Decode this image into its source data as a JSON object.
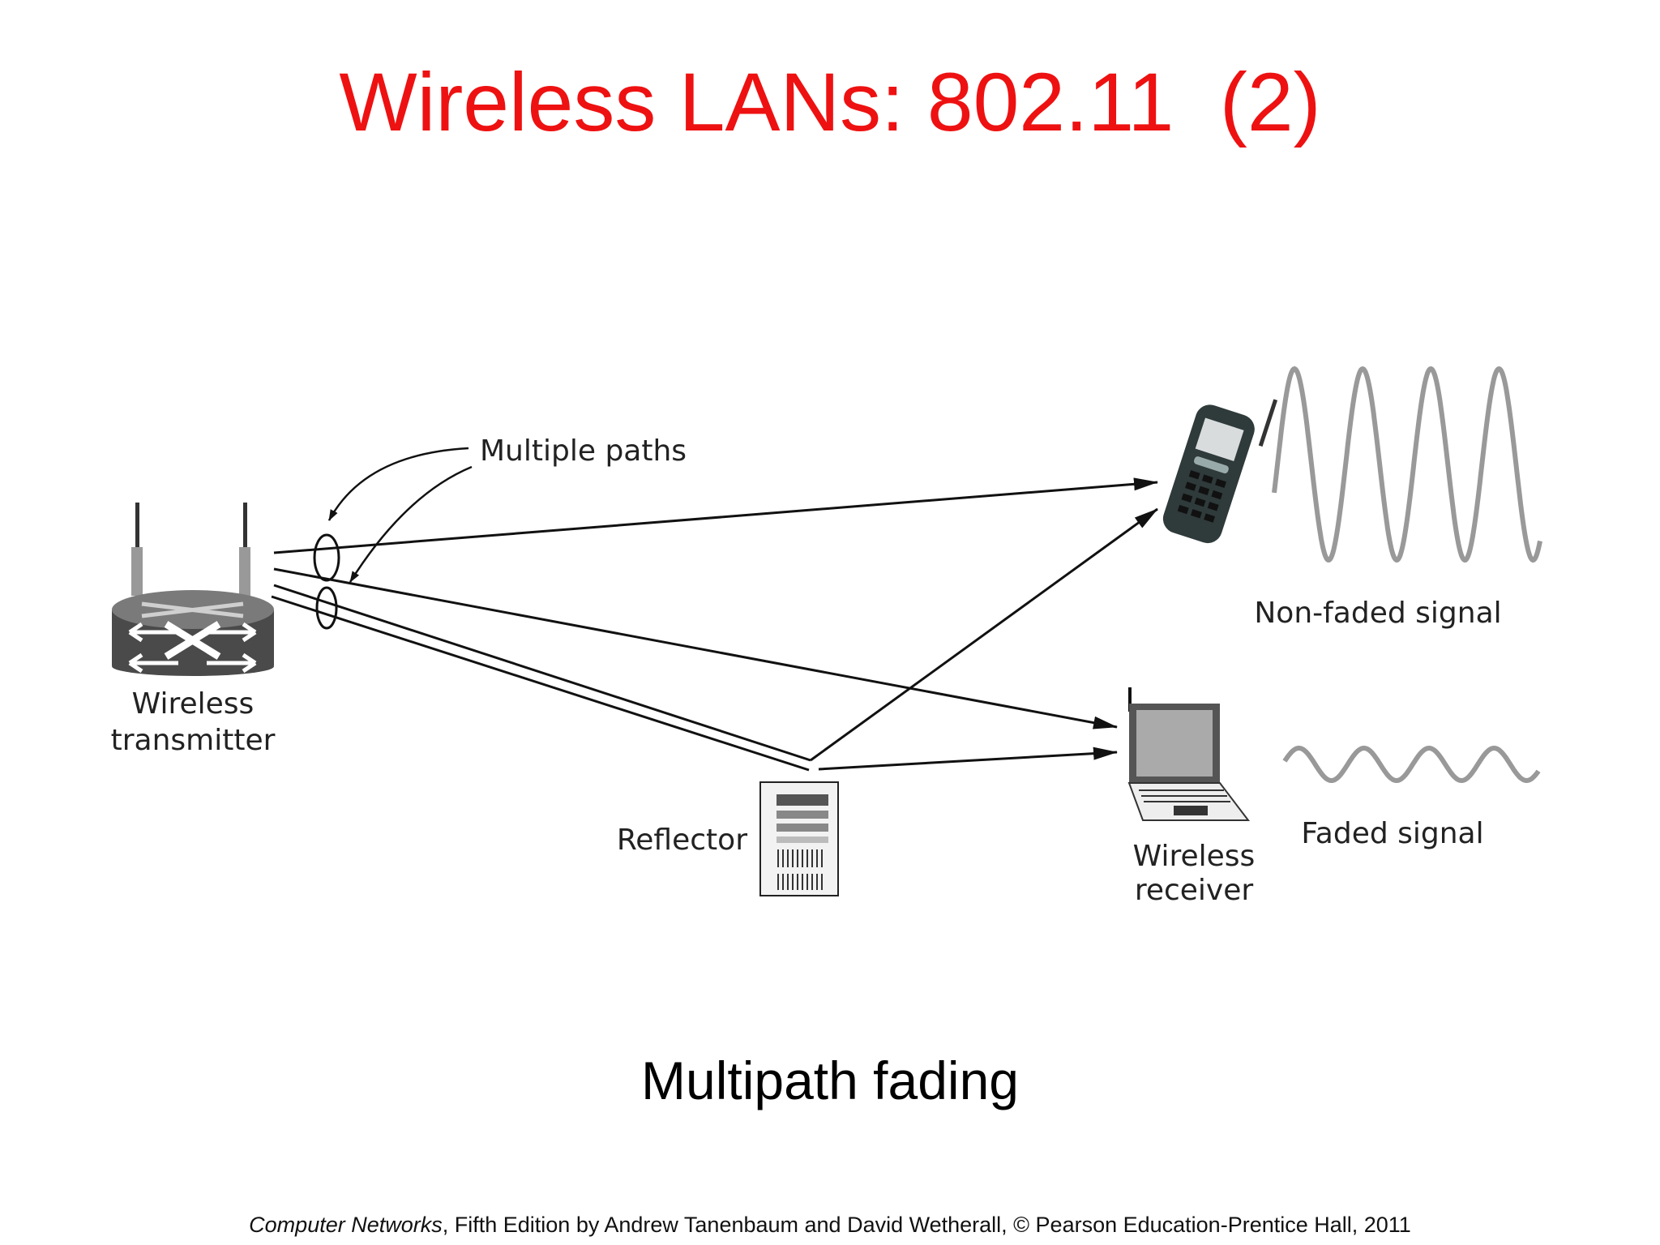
{
  "slide": {
    "title": "Wireless LANs: 802.11  (2)",
    "caption": "Multipath fading"
  },
  "diagram": {
    "labels": {
      "multiple_paths": "Multiple paths",
      "transmitter_line1": "Wireless",
      "transmitter_line2": "transmitter",
      "reflector": "Reflector",
      "receiver_line1": "Wireless",
      "receiver_line2": "receiver",
      "non_faded": "Non-faded signal",
      "faded": "Faded signal"
    },
    "icons": [
      "router-icon",
      "cell-phone-icon",
      "laptop-icon",
      "server-icon"
    ],
    "colors": {
      "title": "#ee1111",
      "wave": "#999999",
      "device": "#4a4a4a"
    }
  },
  "footer": {
    "book": "Computer Networks",
    "rest": ", Fifth Edition by Andrew Tanenbaum and David Wetherall, © Pearson Education-Prentice Hall, 2011"
  }
}
